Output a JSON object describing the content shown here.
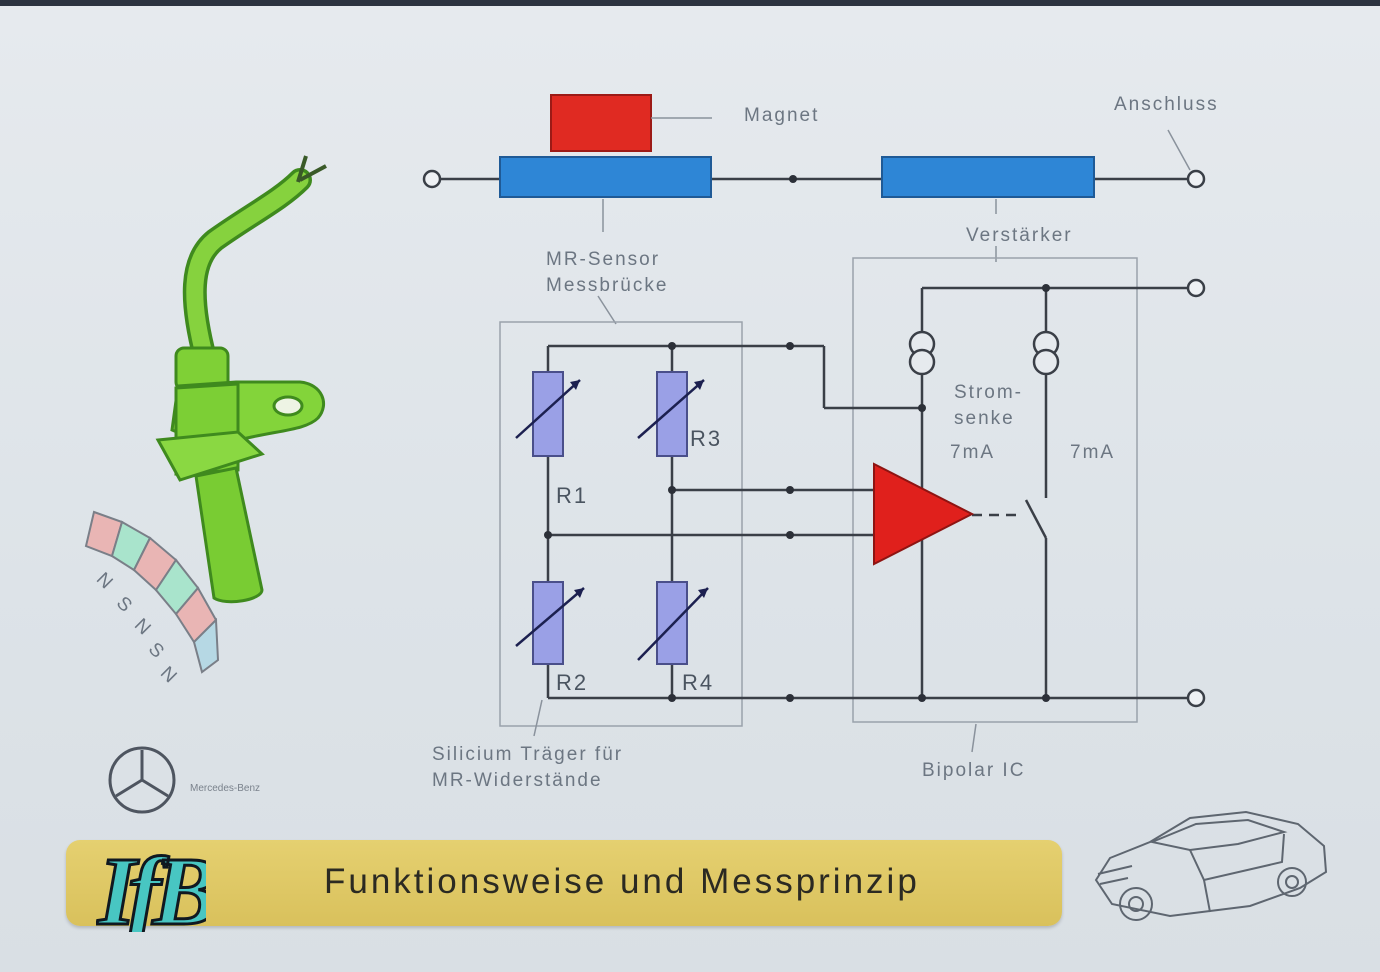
{
  "slide": {
    "title": "Funktionsweise und Messprinzip",
    "logo_text": "IfB",
    "brand_text": "Mercedes-Benz"
  },
  "labels": {
    "magnet": "Magnet",
    "terminal": "Anschluss",
    "amplifier": "Verstärker",
    "mr_sensor_line1": "MR-Sensor",
    "mr_sensor_line2": "Messbrücke",
    "current_sink_line1": "Strom-",
    "current_sink_line2": "senke",
    "current_1": "7mA",
    "current_2": "7mA",
    "carrier_line1": "Silicium Träger für",
    "carrier_line2": "MR-Widerstände",
    "bipolar_ic": "Bipolar IC"
  },
  "resistors": [
    "R1",
    "R2",
    "R3",
    "R4"
  ],
  "poles": [
    "N",
    "S",
    "N",
    "S",
    "N"
  ],
  "colors": {
    "magnet": "#e02a22",
    "sensor_bar": "#2e86d6",
    "amplifier": "#e0201c",
    "resistor": "#9aa0e6",
    "sensor_body": "#7fd036",
    "banner": "#dcc661"
  }
}
